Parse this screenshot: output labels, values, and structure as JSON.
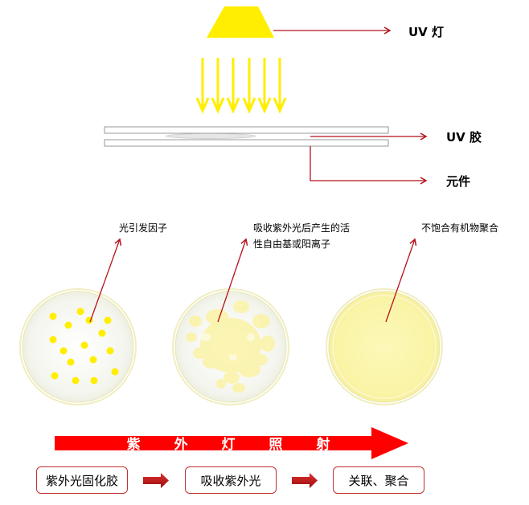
{
  "top_diagram": {
    "uv_lamp_label": "UV 灯",
    "uv_glue_label": "UV 胶",
    "component_label": "元件",
    "light_rays_count": 6
  },
  "stages": [
    {
      "label": "光引发因子",
      "state": "photoinitiator-dots"
    },
    {
      "label_line1": "吸收紫外光后产生的活",
      "label_line2": "性自由基或阳离子",
      "state": "active-radicals"
    },
    {
      "label": "不饱合有机物聚合",
      "state": "polymerized"
    }
  ],
  "process_band": {
    "text": "紫 外 灯 照 射"
  },
  "flow_steps": [
    {
      "label": "紫外光固化胶"
    },
    {
      "label": "吸收紫外光"
    },
    {
      "label": "关联、聚合"
    }
  ],
  "colors": {
    "lamp_yellow": "#ffee00",
    "ray_yellow": "#ffee00",
    "pointer_red": "#b5121b",
    "band_red": "#ff0000",
    "step_border": "#c0302f",
    "dish_fill": "#f7f8f2",
    "polymer_fill": "#fbf6b0"
  }
}
